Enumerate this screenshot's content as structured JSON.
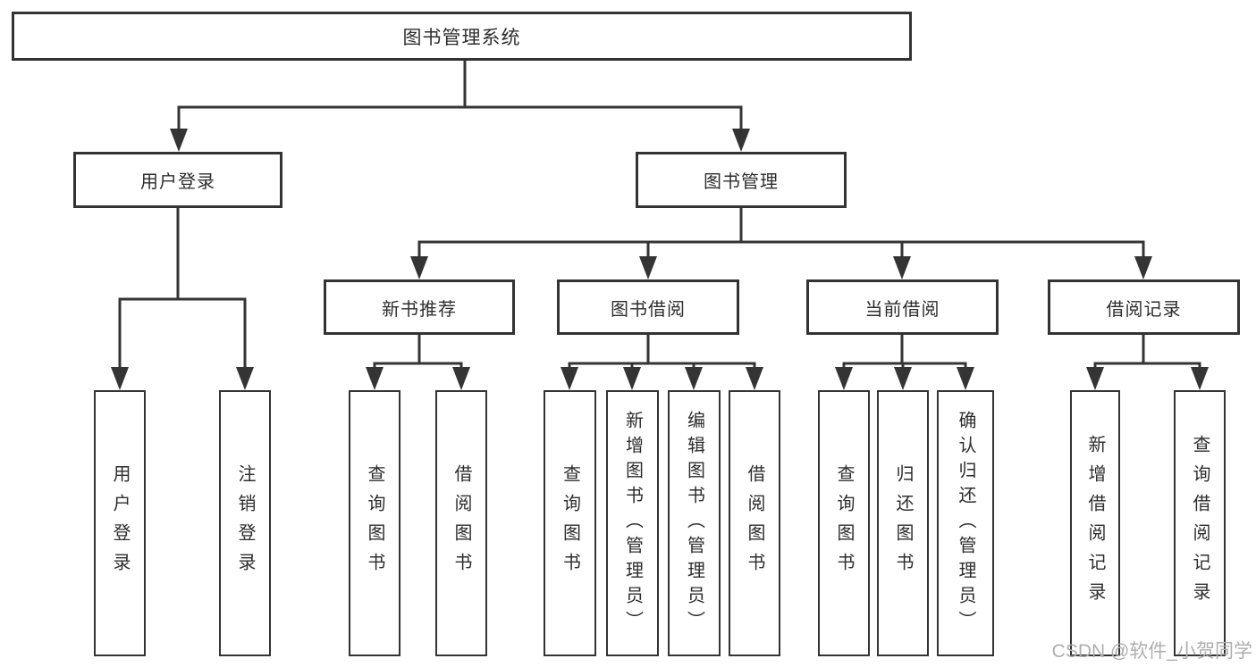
{
  "tree": {
    "root": {
      "label": "图书管理系统",
      "children": [
        {
          "label": "用户登录",
          "children": [
            {
              "label": "用户登录"
            },
            {
              "label": "注销登录"
            }
          ]
        },
        {
          "label": "图书管理",
          "children": [
            {
              "label": "新书推荐",
              "children": [
                {
                  "label": "查询图书"
                },
                {
                  "label": "借阅图书"
                }
              ]
            },
            {
              "label": "图书借阅",
              "children": [
                {
                  "label": "查询图书"
                },
                {
                  "label": "新增图书（管理员）"
                },
                {
                  "label": "编辑图书（管理员）"
                },
                {
                  "label": "借阅图书"
                }
              ]
            },
            {
              "label": "当前借阅",
              "children": [
                {
                  "label": "查询图书"
                },
                {
                  "label": "归还图书"
                },
                {
                  "label": "确认归还（管理员）"
                }
              ]
            },
            {
              "label": "借阅记录",
              "children": [
                {
                  "label": "新增借阅记录"
                },
                {
                  "label": "查询借阅记录"
                }
              ]
            }
          ]
        }
      ]
    }
  },
  "watermark": {
    "text": "CSDN @软件_小贺同学"
  },
  "colors": {
    "line": "#343434",
    "box_border": "#333333",
    "text": "#2d2d2d",
    "watermark": "#aeaeae",
    "background": "#ffffff"
  }
}
